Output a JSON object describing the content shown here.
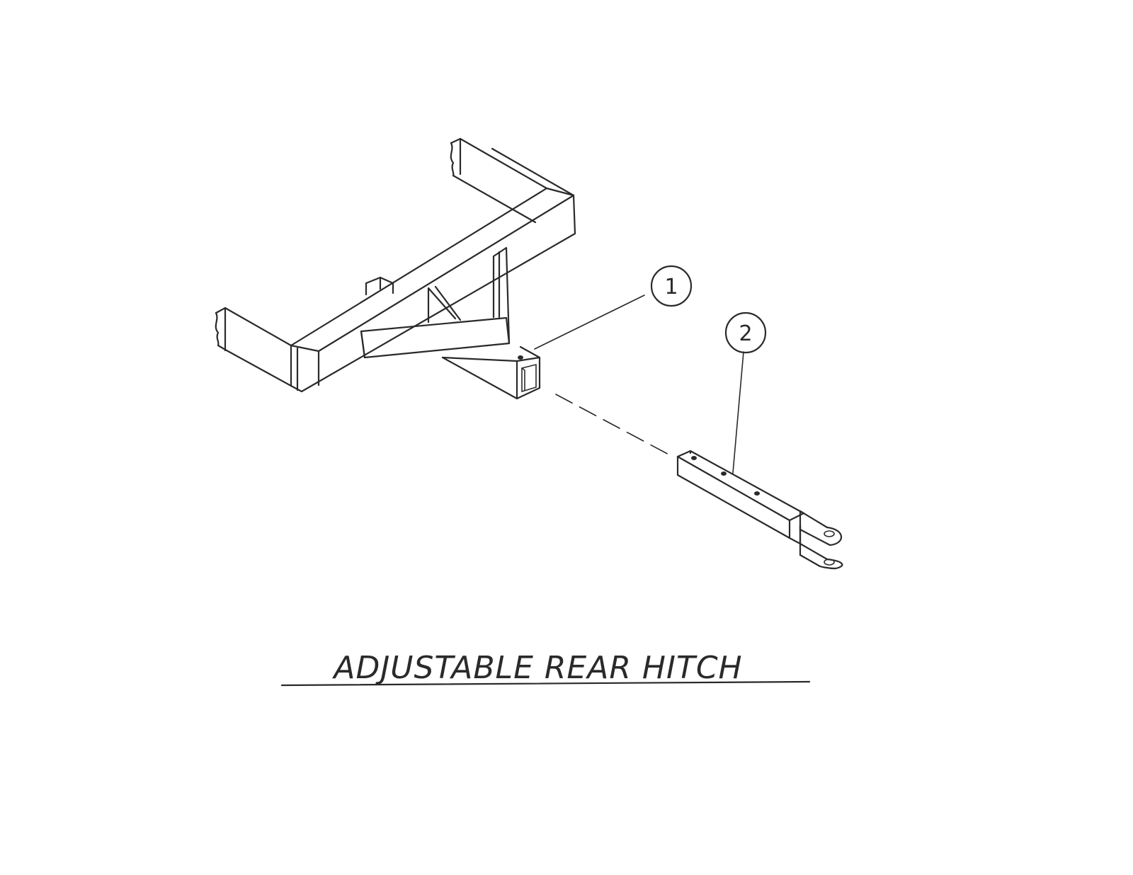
{
  "title": "ADJUSTABLE REAR HITCH",
  "callouts": [
    {
      "label": "1"
    },
    {
      "label": "2"
    }
  ]
}
